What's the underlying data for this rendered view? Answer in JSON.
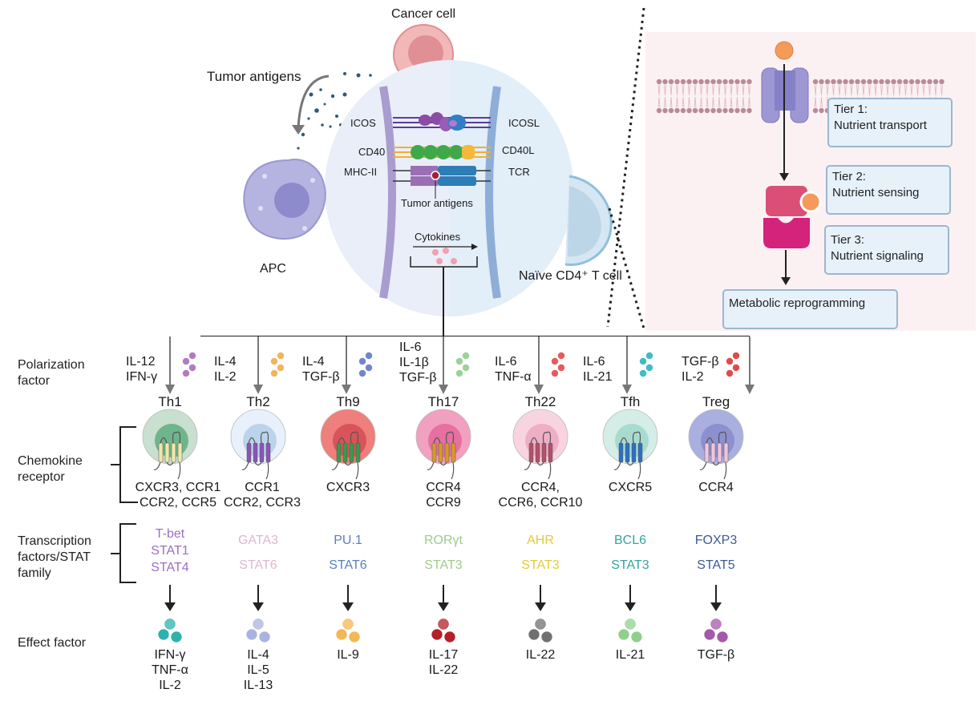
{
  "top": {
    "cancer_cell": "Cancer cell",
    "tumor_antigens": "Tumor antigens",
    "apc": "APC",
    "naive_cell": "Naïve CD4⁺ T cell",
    "synapse": {
      "left_labels": [
        "ICOS",
        "CD40",
        "MHC-II"
      ],
      "right_labels": [
        "ICOSL",
        "CD40L",
        "TCR"
      ],
      "antigen_label": "Tumor antigens",
      "cytokines_label": "Cytokines"
    }
  },
  "inset": {
    "tiers": [
      {
        "title": "Tier 1:",
        "text": "Nutrient transport"
      },
      {
        "title": "Tier 2:",
        "text": "Nutrient sensing"
      },
      {
        "title": "Tier 3:",
        "text": "Nutrient signaling"
      }
    ],
    "outcome": "Metabolic reprogramming"
  },
  "row_labels": {
    "polarization": [
      "Polarization",
      "factor"
    ],
    "chemokine": [
      "Chemokine",
      "receptor"
    ],
    "transcription": [
      "Transcription",
      "factors/STAT",
      "family"
    ],
    "effect": "Effect factor"
  },
  "subsets": [
    {
      "name": "Th1",
      "polarization": [
        "IL-12",
        "IFN-γ"
      ],
      "pol_dot_color": "#b07cc0",
      "cell_outer": "#c9dfcf",
      "cell_inner": "#6fb58c",
      "receptor_color": "#f0e7a8",
      "chemokine": [
        "CXCR3, CCR1",
        "CCR2, CCR5"
      ],
      "tf": [
        "T-bet",
        "STAT1",
        "STAT4"
      ],
      "tf_color": "#9a6fc4",
      "effect": [
        "IFN-γ",
        "TNF-α",
        "IL-2"
      ],
      "eff_dot_color": "#2fb1ae"
    },
    {
      "name": "Th2",
      "polarization": [
        "IL-4",
        "IL-2"
      ],
      "pol_dot_color": "#f2b55a",
      "cell_outer": "#e8f1fb",
      "cell_inner": "#bcd3ec",
      "receptor_color": "#8a55b5",
      "chemokine": [
        "CCR1",
        "CCR2, CCR3"
      ],
      "tf": [
        "GATA3",
        "STAT6"
      ],
      "tf_color": "#e0b6cf",
      "effect": [
        "IL-4",
        "IL-5",
        "IL-13"
      ],
      "eff_dot_color": "#a9b3e0"
    },
    {
      "name": "Th9",
      "polarization": [
        "IL-4",
        "TGF-β"
      ],
      "pol_dot_color": "#6f86cf",
      "cell_outer": "#ee7f7c",
      "cell_inner": "#d8545a",
      "receptor_color": "#3a9a4a",
      "chemokine": [
        "CXCR3"
      ],
      "tf": [
        "PU.1",
        "STAT6"
      ],
      "tf_color": "#5b7ec0",
      "effect": [
        "IL-9"
      ],
      "eff_dot_color": "#f4b755"
    },
    {
      "name": "Th17",
      "polarization": [
        "IL-6",
        "IL-1β",
        "TGF-β"
      ],
      "pol_dot_color": "#9ed09a",
      "cell_outer": "#f2a0c0",
      "cell_inner": "#e6709f",
      "receptor_color": "#d69a2c",
      "chemokine": [
        "CCR4",
        "CCR9"
      ],
      "tf": [
        "RORγt",
        "STAT3"
      ],
      "tf_color": "#9ccc8c",
      "effect": [
        "IL-17",
        "IL-22"
      ],
      "eff_dot_color": "#b3202a"
    },
    {
      "name": "Th22",
      "polarization": [
        "IL-6",
        "TNF-α"
      ],
      "pol_dot_color": "#e8595b",
      "cell_outer": "#f8d4e1",
      "cell_inner": "#eeaec6",
      "receptor_color": "#b4506a",
      "chemokine": [
        "CCR4,",
        "CCR6, CCR10"
      ],
      "tf": [
        "AHR",
        "STAT3"
      ],
      "tf_color": "#e8c83a",
      "effect": [
        "IL-22"
      ],
      "eff_dot_color": "#707070"
    },
    {
      "name": "Tfh",
      "polarization": [
        "IL-6",
        "IL-21"
      ],
      "pol_dot_color": "#3fbcc4",
      "cell_outer": "#d4ede6",
      "cell_inner": "#a7dbd0",
      "receptor_color": "#2e6fc2",
      "chemokine": [
        "CXCR5"
      ],
      "tf": [
        "BCL6",
        "STAT3"
      ],
      "tf_color": "#35a39e",
      "effect": [
        "IL-21"
      ],
      "eff_dot_color": "#8fd08c"
    },
    {
      "name": "Treg",
      "polarization": [
        "TGF-β",
        "IL-2"
      ],
      "pol_dot_color": "#e24a4a",
      "cell_outer": "#a9b0e0",
      "cell_inner": "#8d8fcf",
      "receptor_color": "#f1c5dc",
      "chemokine": [
        "CCR4"
      ],
      "tf": [
        "FOXP3",
        "STAT5"
      ],
      "tf_color": "#3d5a9a",
      "effect": [
        "TGF-β"
      ],
      "eff_dot_color": "#a35aaa"
    }
  ]
}
